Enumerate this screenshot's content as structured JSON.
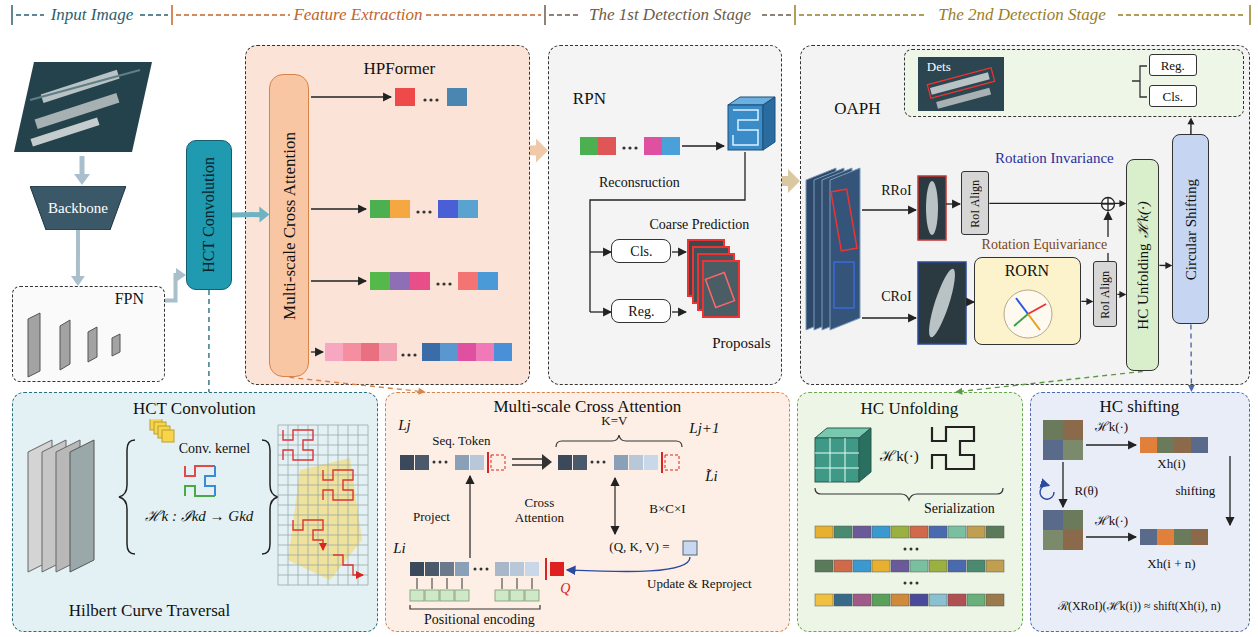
{
  "diagram": {
    "nodes": [
      {
        "text": [
          "Backbone"
        ]
      },
      {
        "text": [
          "FPN"
        ]
      },
      {
        "text": [
          "HCT Convolution"
        ]
      },
      {
        "text": [
          "HPFormer"
        ]
      },
      {
        "text": [
          "Multi-scale Cross Attention"
        ],
        "in": 3
      },
      {
        "text": [
          "RPN",
          "Reconsruction",
          "Coarse Prediction",
          "Proposals"
        ]
      },
      {
        "text": [
          "Cls."
        ],
        "in": 5
      },
      {
        "text": [
          "Reg."
        ],
        "in": 5
      },
      {
        "text": [
          "OAPH",
          "Rotation Invariance",
          "RRoI",
          "Rotation Equivariance",
          "CRoI"
        ]
      },
      {
        "text": [
          "Dets"
        ],
        "in": 8
      },
      {
        "text": [
          "Reg."
        ],
        "in": 9
      },
      {
        "text": [
          "Cls."
        ],
        "in": 9
      },
      {
        "text": [
          "RoI Align"
        ],
        "in": 8
      },
      {
        "text": [
          "RORN"
        ],
        "in": 8
      },
      {
        "text": [
          "RoI Align"
        ],
        "in": 8
      },
      {
        "text": [
          "HC Unfolding",
          "ℋk(·)"
        ],
        "in": 8
      },
      {
        "text": [
          "Circular Shifting"
        ],
        "in": 8
      },
      {
        "text": [
          "HCT Convolution",
          "Conv. kernel",
          "ℋk : ℐkd → Gkd",
          "Hilbert Curve Traversal"
        ]
      },
      {
        "text": [
          "Multi-scale Cross Attention",
          "Lj",
          "Seq. Token",
          "K=V",
          "Lj+1",
          "L̃i",
          "Project",
          "Cross Attention",
          "B×C×I",
          "(Q, K, V) =",
          "Li",
          "Q",
          "Update & Reproject",
          "Positional encoding"
        ]
      },
      {
        "text": [
          "HC Unfolding",
          "ℋk(·)",
          "Serialization"
        ]
      },
      {
        "text": [
          "HC shifting",
          "ℋk(·)",
          "Xh(i)",
          "R(θ)",
          "shifting",
          "ℋk(·)",
          "Xh(i + n)",
          "ℛ(XRoI)(ℋk(i)) ≈ shift(Xh(i), n)"
        ]
      }
    ],
    "edges": [
      {
        "from": 0,
        "to": 1,
        "arrow": "to"
      },
      {
        "from": 1,
        "to": 2,
        "arrow": "to"
      },
      {
        "from": 2,
        "to": 4,
        "arrow": "to"
      },
      {
        "from": 3,
        "to": 5,
        "arrow": "to"
      },
      {
        "from": 5,
        "to": 8,
        "arrow": "to"
      },
      {
        "from": 12,
        "to": 15,
        "arrow": "to"
      },
      {
        "from": 13,
        "to": 14,
        "arrow": "to"
      },
      {
        "from": 14,
        "to": 15,
        "arrow": "to"
      },
      {
        "from": 15,
        "to": 16,
        "arrow": "to"
      },
      {
        "from": 16,
        "to": 9,
        "arrow": "to"
      },
      {
        "from": 2,
        "to": 17,
        "arrow": "none"
      },
      {
        "from": 4,
        "to": 18,
        "arrow": "to"
      },
      {
        "from": 15,
        "to": 19,
        "arrow": "to"
      },
      {
        "from": 16,
        "to": 20,
        "arrow": "to"
      }
    ],
    "labels": [
      "Input Image",
      "Feature Extraction",
      "The 1st Detection Stage",
      "The 2nd Detection Stage"
    ]
  }
}
